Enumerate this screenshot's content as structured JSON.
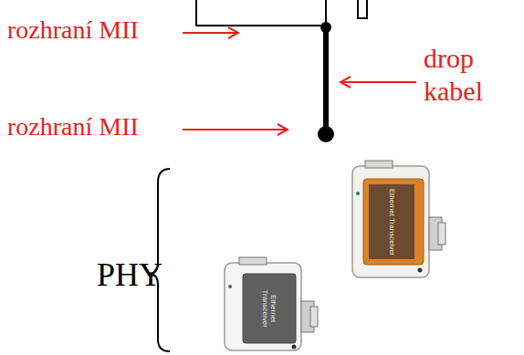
{
  "diagram": {
    "labels": [
      "rozhraní MII",
      "drop kabel",
      "rozhraní MII",
      "PHY",
      "Ethernet Transceiver",
      "Ethernet Transceiver"
    ]
  }
}
